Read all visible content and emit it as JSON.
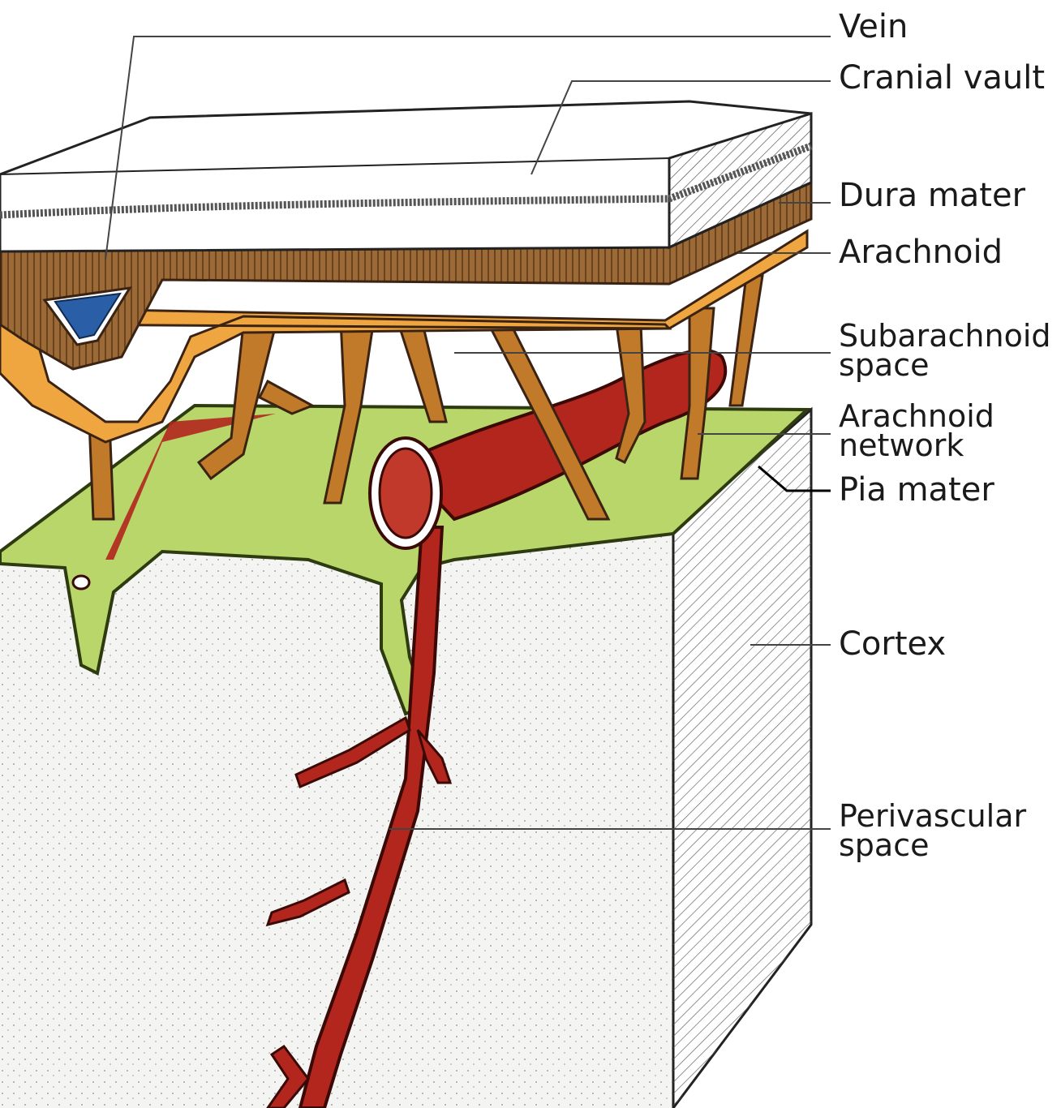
{
  "labels": {
    "vein": "Vein",
    "cranial_vault": "Cranial vault",
    "dura_mater": "Dura mater",
    "arachnoid": "Arachnoid",
    "subarachnoid_space": "Subarachnoid\nspace",
    "arachnoid_network": "Arachnoid\nnetwork",
    "pia_mater": "Pia mater",
    "cortex": "Cortex",
    "perivascular_space": "Perivascular\nspace"
  },
  "colors": {
    "bone": "#ffffff",
    "dura": "#8a5a2b",
    "arachnoid": "#f0a640",
    "pia": "#b8d66a",
    "artery": "#b3261e",
    "vein": "#2a5fa8",
    "cortex": "#f2f2f0",
    "outline": "#3b2314"
  }
}
